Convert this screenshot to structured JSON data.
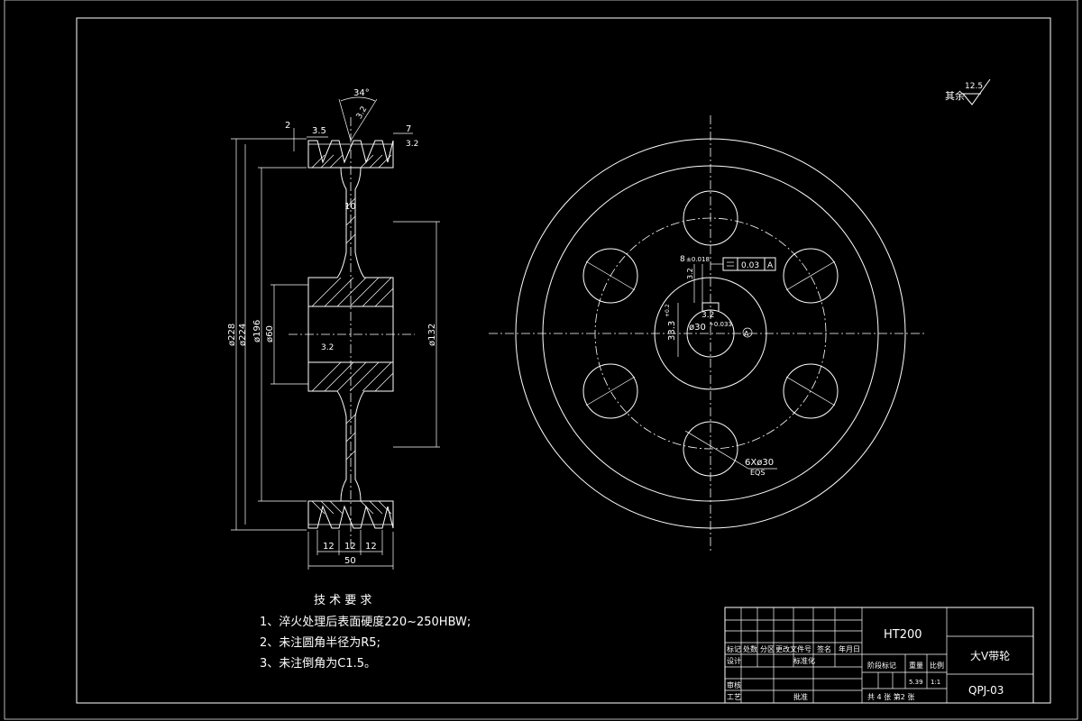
{
  "surface_roughness": {
    "value": "12.5",
    "label": "其余"
  },
  "side_view": {
    "dims": {
      "angle": "34°",
      "groove_top": "2",
      "groove_pitch_label": "3.5",
      "ra_groove": "3.2",
      "rim_right": "7",
      "rim_right_ra": "3.2",
      "d228": "ø228",
      "d224": "ø224",
      "d196": "ø196",
      "d60": "ø60",
      "d132": "ø132",
      "web": "10",
      "bore_ra": "3.2",
      "pitch1": "12",
      "pitch2": "12",
      "pitch3": "12",
      "width": "50"
    }
  },
  "front_view": {
    "dims": {
      "keyway_width": "8",
      "keyway_tol": "±0.018",
      "ra_key": "3.2",
      "flatness_symbol": "⌯",
      "flatness_value": "0.03",
      "datum_ref": "A",
      "key_depth": "33.3",
      "key_depth_tol": "+0.2",
      "bore": "ø30",
      "bore_tol": "+0.033",
      "bore_ra": "3.2",
      "datum": "A",
      "holes": "6Xø30",
      "holes_eqs": "EQS"
    }
  },
  "tech_requirements": {
    "title": "技 术 要 求",
    "items": [
      "1、淬火处理后表面硬度220~250HBW;",
      "2、未注圆角半径为R5;",
      "3、未注倒角为C1.5。"
    ]
  },
  "title_block": {
    "material": "HT200",
    "part_name": "大V带轮",
    "drawing_no": "QPJ-03",
    "headers": [
      "标记",
      "处数",
      "分区",
      "更改文件号",
      "签名",
      "年月日"
    ],
    "design": "设计",
    "standardize": "标准化",
    "stage_mark": "阶段标记",
    "weight": "重量",
    "scale": "比例",
    "weight_val": "5.39",
    "scale_val": "1:1",
    "review": "审核",
    "process": "工艺",
    "approve": "批准",
    "sheets": "共 4 张  第2 张"
  }
}
